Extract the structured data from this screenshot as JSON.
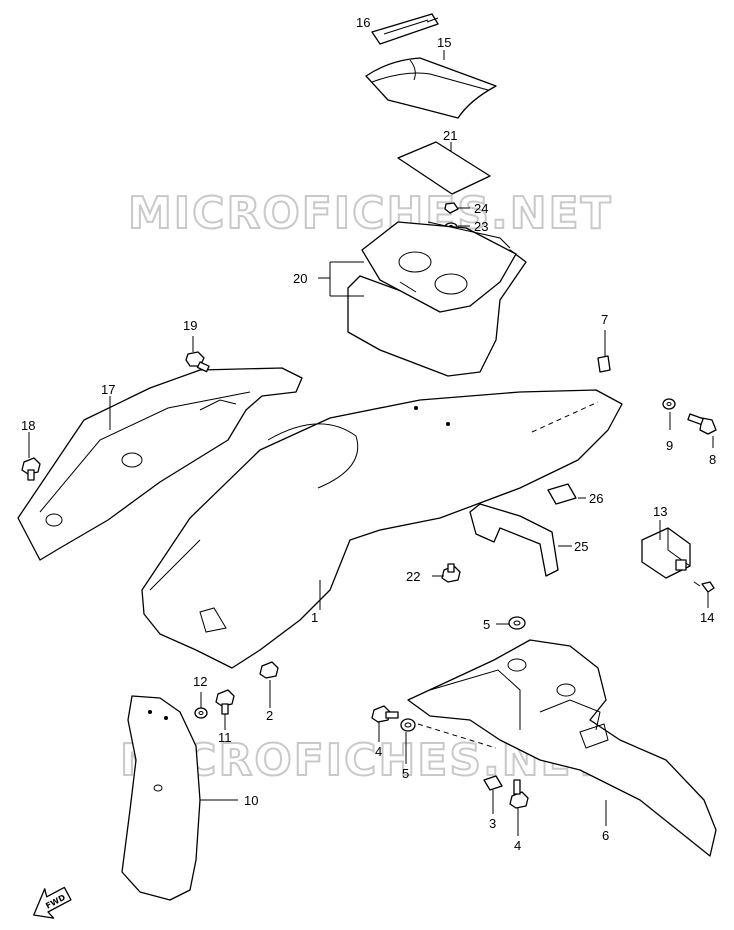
{
  "watermark": "MICROFICHES.NET",
  "fwd_label": "FWD",
  "callouts": {
    "c1": "1",
    "c2": "2",
    "c3": "3",
    "c4a": "4",
    "c4b": "4",
    "c5a": "5",
    "c5b": "5",
    "c6": "6",
    "c7": "7",
    "c8": "8",
    "c9": "9",
    "c10": "10",
    "c11": "11",
    "c12": "12",
    "c13": "13",
    "c14": "14",
    "c15": "15",
    "c16": "16",
    "c17": "17",
    "c18": "18",
    "c19": "19",
    "c20": "20",
    "c21": "21",
    "c22": "22",
    "c23": "23",
    "c24": "24",
    "c25": "25",
    "c26": "26"
  }
}
